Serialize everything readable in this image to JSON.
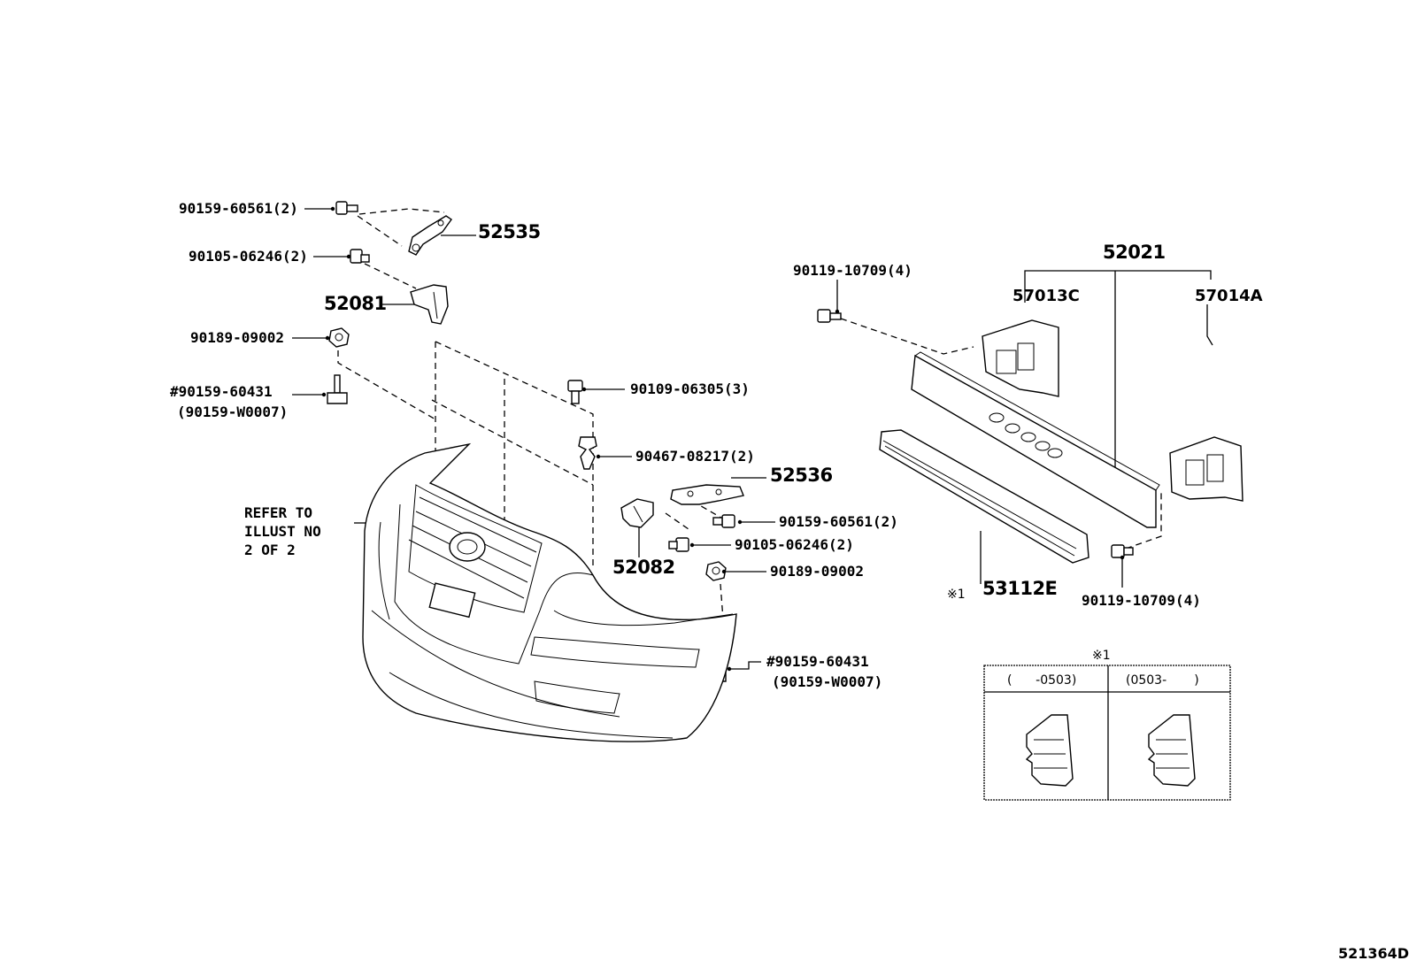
{
  "labels": {
    "p90159_60561_top": "90159-60561(2)",
    "p52535": "52535",
    "p90105_06246_top": "90105-06246(2)",
    "p52081": "52081",
    "p90189_09002_left": "90189-09002",
    "p90159_60431_left": "#90159-60431",
    "p90159_w0007_left": "(90159-W0007)",
    "refer_line1": "REFER TO",
    "refer_line2": "ILLUST NO",
    "refer_line3": "2 OF 2",
    "p90109_06305": "90109-06305(3)",
    "p90467_08217": "90467-08217(2)",
    "p52536": "52536",
    "p90159_60561_mid": "90159-60561(2)",
    "p52082": "52082",
    "p90105_06246_mid": "90105-06246(2)",
    "p90189_09002_mid": "90189-09002",
    "p90159_60431_right": "#90159-60431",
    "p90159_w0007_right": "(90159-W0007)",
    "p90119_10709_top": "90119-10709(4)",
    "p52021": "52021",
    "p57013C": "57013C",
    "p57014A": "57014A",
    "p53112E_mark": "※1",
    "p53112E": "53112E",
    "p90119_10709_bottom": "90119-10709(4)"
  },
  "inset": {
    "title": "※1",
    "col_left": "(      -0503)",
    "col_right": "(0503-       )"
  },
  "figure_id": "521364D"
}
